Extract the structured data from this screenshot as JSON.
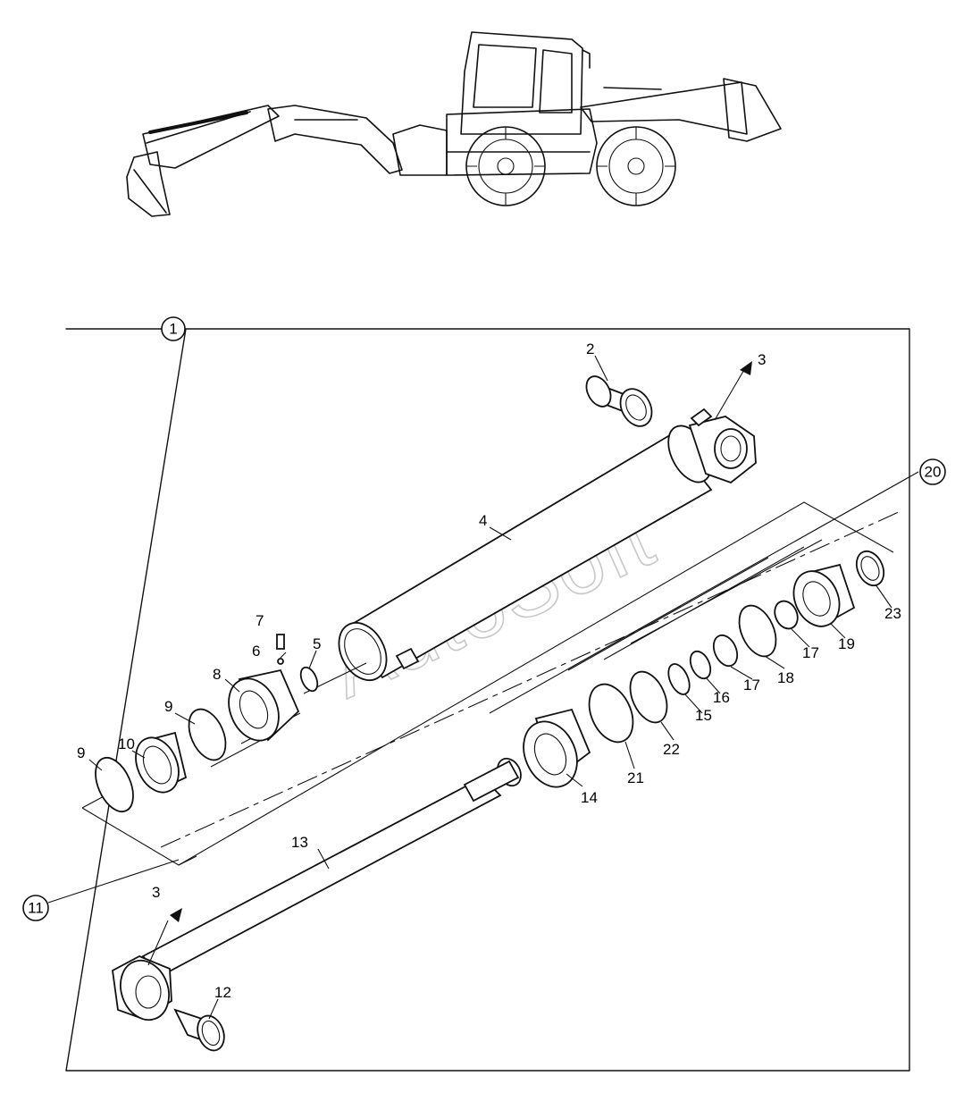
{
  "watermark": "AutoSoft",
  "callouts": {
    "assembly": "1",
    "piston_rod_assy": "11",
    "seal_kit": "20"
  },
  "labels": {
    "p2": "2",
    "p3a": "3",
    "p3b": "3",
    "p4": "4",
    "p5": "5",
    "p6": "6",
    "p7": "7",
    "p8": "8",
    "p9a": "9",
    "p9b": "9",
    "p10": "10",
    "p12": "12",
    "p13": "13",
    "p14": "14",
    "p15": "15",
    "p16": "16",
    "p17a": "17",
    "p17b": "17",
    "p18": "18",
    "p19": "19",
    "p21": "21",
    "p22": "22",
    "p23": "23"
  }
}
